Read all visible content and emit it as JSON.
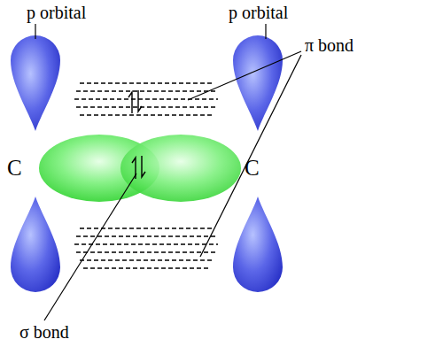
{
  "diagram": {
    "labels": [
      "p orbital",
      "p orbital",
      "C",
      "C",
      "π bond",
      "σ bond"
    ]
  }
}
